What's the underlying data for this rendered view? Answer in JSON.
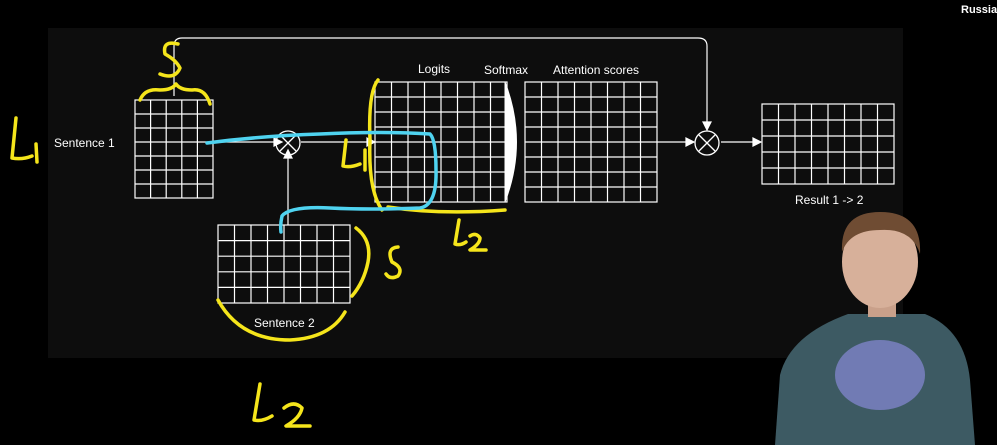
{
  "corner_text": "Russia",
  "labels": {
    "sentence1": "Sentence 1",
    "sentence2": "Sentence 2",
    "logits": "Logits",
    "softmax": "Softmax",
    "attention_scores": "Attention scores",
    "result": "Result 1 -> 2"
  },
  "handwritten": {
    "l1_left": "L1",
    "s_top": "S",
    "s_right": "S",
    "l1_inner": "L1",
    "l2_bottom": "L2",
    "l2_big": "L2"
  },
  "colors": {
    "background": "#000000",
    "panel": "#0d0d0d",
    "diagram_lines": "#ffffff",
    "annotation_yellow": "#f5e51b",
    "annotation_cyan": "#4fd3f0"
  }
}
